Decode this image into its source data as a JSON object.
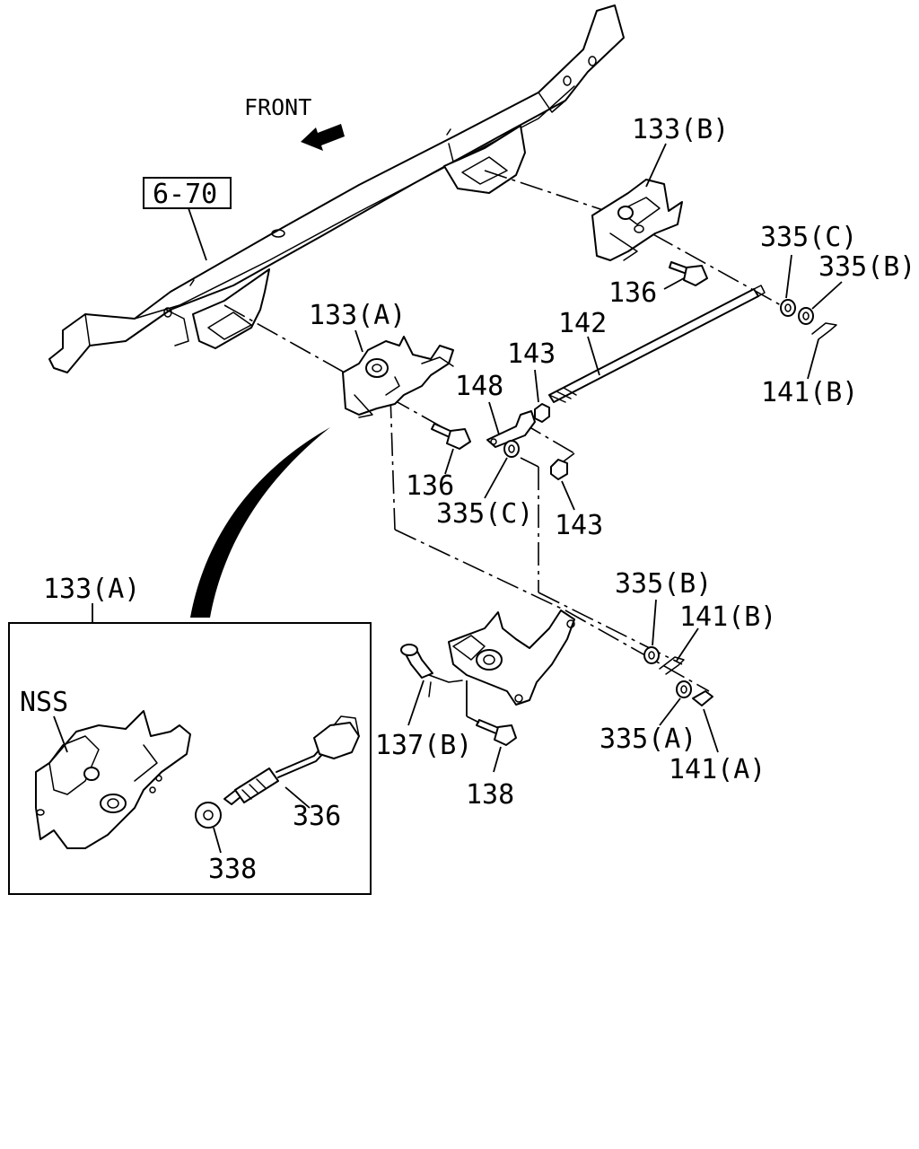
{
  "labels": {
    "front": "FRONT",
    "ref_box": "6-70",
    "p133b": "133(B)",
    "p133a_top": "133(A)",
    "p136_upper": "136",
    "p136_lower": "136",
    "p142": "142",
    "p143_upper": "143",
    "p143_lower": "143",
    "p148": "148",
    "p335c_upper": "335(C)",
    "p335b_upper": "335(B)",
    "p141b_upper": "141(B)",
    "p335c_lower": "335(C)",
    "p335b_lower": "335(B)",
    "p141b_lower": "141(B)",
    "p335a": "335(A)",
    "p141a": "141(A)",
    "p137b": "137(B)",
    "p138": "138",
    "p133a_inset": "133(A)",
    "nss": "NSS",
    "p336": "336",
    "p338": "338"
  }
}
